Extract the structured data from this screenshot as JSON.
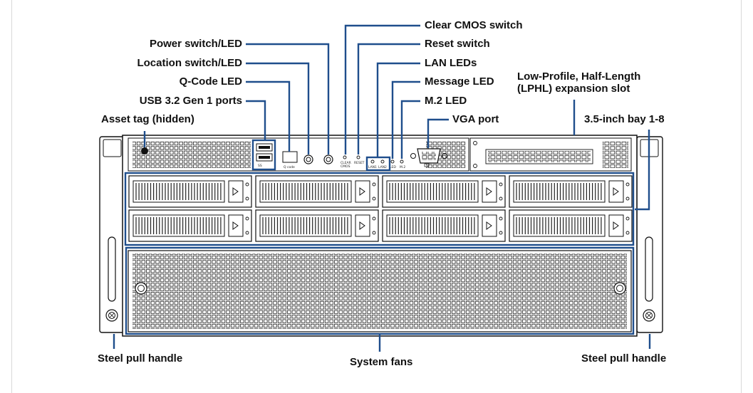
{
  "colors": {
    "callout": "#1f4e8c",
    "outline": "#111111",
    "panel": "#ffffff"
  },
  "labels": {
    "clear_cmos": "Clear CMOS switch",
    "reset": "Reset switch",
    "lan_leds": "LAN LEDs",
    "message_led": "Message LED",
    "m2_led": "M.2 LED",
    "vga_port": "VGA port",
    "power": "Power switch/LED",
    "location": "Location switch/LED",
    "qcode": "Q-Code LED",
    "usb": "USB 3.2 Gen 1 ports",
    "asset_tag": "Asset tag (hidden)",
    "lphl": "Low-Profile, Half-Length\n(LPHL) expansion slot",
    "bay": "3.5-inch bay 1-8",
    "handle_left": "Steel pull handle",
    "handle_right": "Steel pull handle",
    "fans": "System fans"
  },
  "panel_text": {
    "usb_mark": "SS",
    "qcode_mark": "Q code",
    "clear_cmos_mark": "CLEAR\nCMOS",
    "reset_mark": "RESET",
    "lan1_mark": "LAN1",
    "lan2_mark": "LAN2",
    "led_mark": "LED",
    "m2_mark": "M.2"
  },
  "icons": [
    "drive-latch-icon",
    "thumb-screw-icon",
    "vga-connector-icon",
    "usb-port-icon"
  ]
}
